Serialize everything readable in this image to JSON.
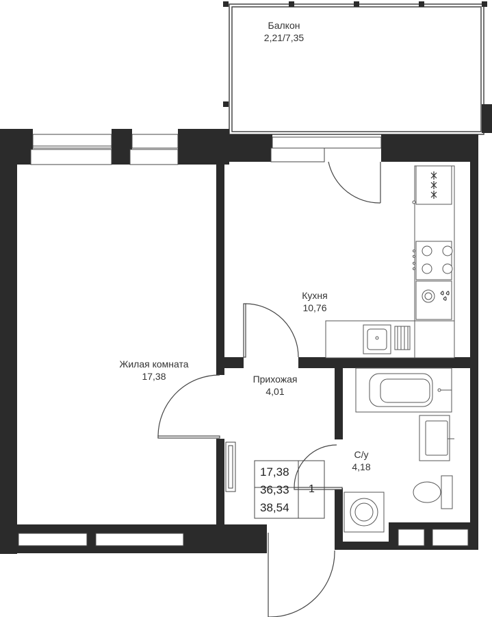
{
  "rooms": {
    "balcony": {
      "name": "Балкон",
      "area": "2,21/7,35"
    },
    "kitchen": {
      "name": "Кухня",
      "area": "10,76"
    },
    "living": {
      "name": "Жилая комната",
      "area": "17,38"
    },
    "hallway": {
      "name": "Прихожая",
      "area": "4,01"
    },
    "bathroom": {
      "name": "С/у",
      "area": "4,18"
    }
  },
  "summary": {
    "living_area": "17,38",
    "total_area": "36,33",
    "total_with_balcony": "38,54",
    "room_count": "1"
  },
  "colors": {
    "wall": "#2b2b2b",
    "line": "#444444",
    "background": "#ffffff"
  }
}
